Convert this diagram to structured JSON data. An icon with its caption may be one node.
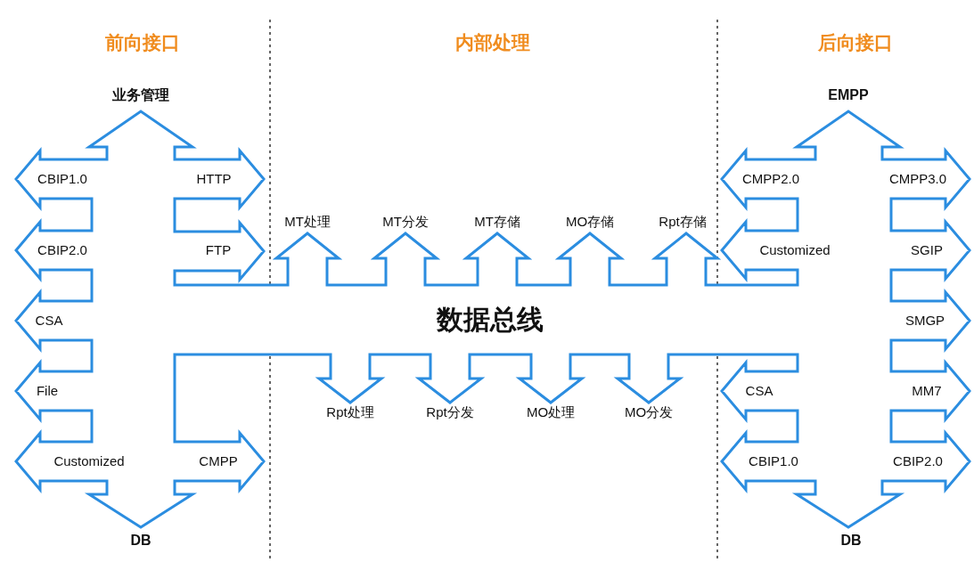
{
  "diagram": {
    "labels": [
      "前向接口",
      "内部处理",
      "后向接口",
      "业务管理",
      "EMPP",
      "CBIP1.0",
      "HTTP",
      "CMPP2.0",
      "CMPP3.0",
      "MT处理",
      "MT分发",
      "MT存储",
      "MO存储",
      "Rpt存储",
      "CBIP2.0",
      "FTP",
      "Customized",
      "SGIP",
      "CSA",
      "数据总线",
      "SMGP",
      "File",
      "CSA",
      "MM7",
      "Rpt处理",
      "Rpt分发",
      "MO处理",
      "MO分发",
      "Customized",
      "CMPP",
      "CBIP1.0",
      "CBIP2.0",
      "DB",
      "DB"
    ]
  }
}
